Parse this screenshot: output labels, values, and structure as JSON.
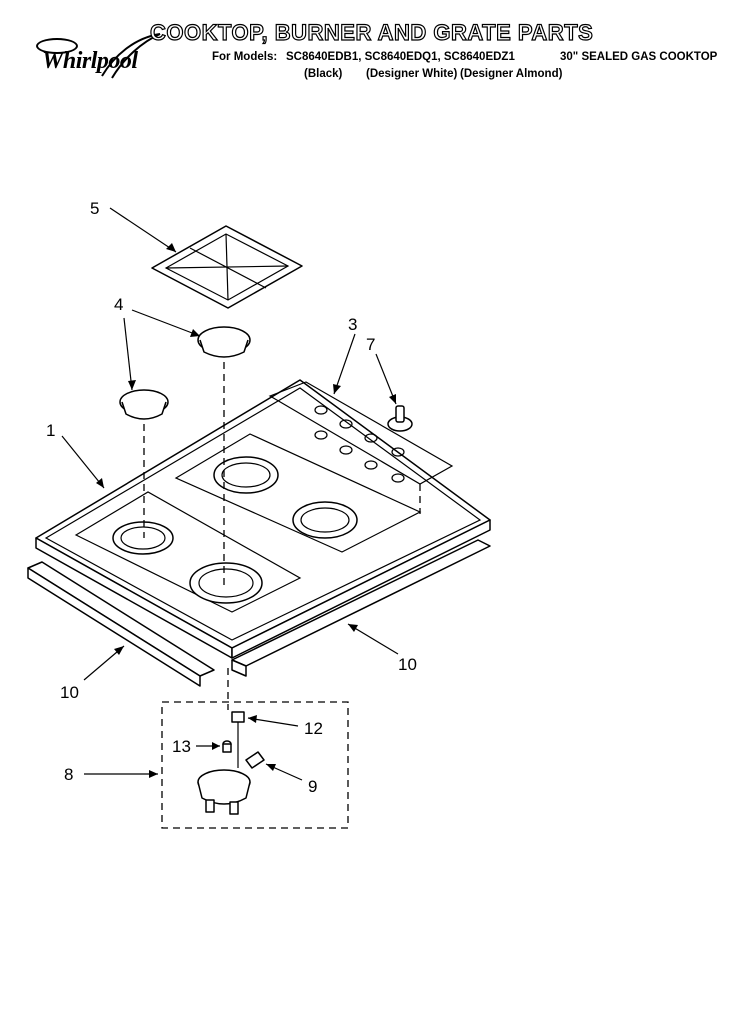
{
  "header": {
    "brand": "Whirlpool",
    "title": "COOKTOP, BURNER AND GRATE PARTS",
    "models_label": "For Models:",
    "models": "SC8640EDB1, SC8640EDQ1, SC8640EDZ1",
    "product": "30\" SEALED GAS COOKTOP",
    "colors": [
      "(Black)",
      "(Designer White)",
      "(Designer Almond)"
    ]
  },
  "callouts": [
    {
      "id": "1",
      "part": "cooktop"
    },
    {
      "id": "3",
      "part": "control panel"
    },
    {
      "id": "4",
      "part": "burner cap (rear)"
    },
    {
      "id": "4",
      "part": "burner cap (front)"
    },
    {
      "id": "5",
      "part": "grate"
    },
    {
      "id": "7",
      "part": "knob"
    },
    {
      "id": "8",
      "part": "burner assembly"
    },
    {
      "id": "9",
      "part": "clip"
    },
    {
      "id": "10",
      "part": "side trim left"
    },
    {
      "id": "10",
      "part": "side trim right"
    },
    {
      "id": "12",
      "part": "electrode"
    },
    {
      "id": "13",
      "part": "orifice"
    }
  ]
}
